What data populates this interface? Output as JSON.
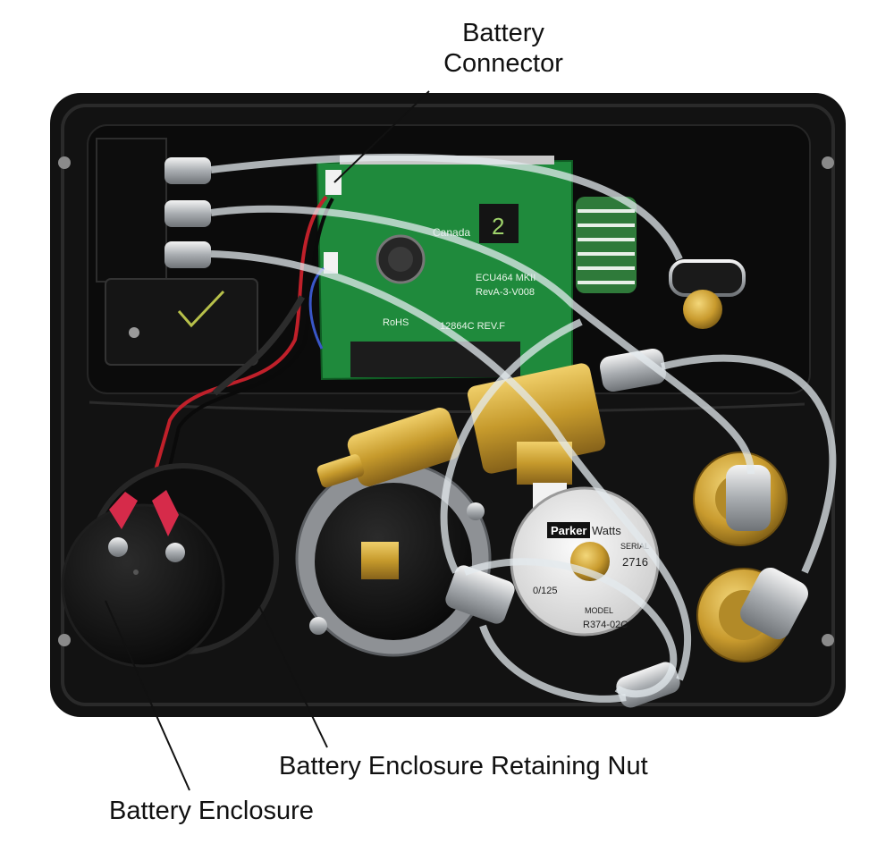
{
  "callouts": {
    "battery_connector_line1": "Battery",
    "battery_connector_line2": "Connector",
    "battery_enclosure_retaining_nut": "Battery Enclosure Retaining Nut",
    "battery_enclosure": "Battery Enclosure"
  },
  "board": {
    "canada": "Canada",
    "ecu_line1": "ECU464 MKII",
    "ecu_line2": "RevA-3-V008",
    "rev": "12864C REV.F",
    "rohs": "RoHS",
    "display_digit": "2"
  },
  "gauge": {
    "brand": "Parker",
    "brand2": "Watts",
    "serial_label": "SERIAL",
    "serial_value": "2716",
    "range": "0/125",
    "model_label": "MODEL",
    "model_value": "R374-02C"
  },
  "colors": {
    "enclosure": "#121212",
    "pcb": "#1f8a3c",
    "brass": "#c9a23a",
    "tubing": "#dfe6ea"
  }
}
